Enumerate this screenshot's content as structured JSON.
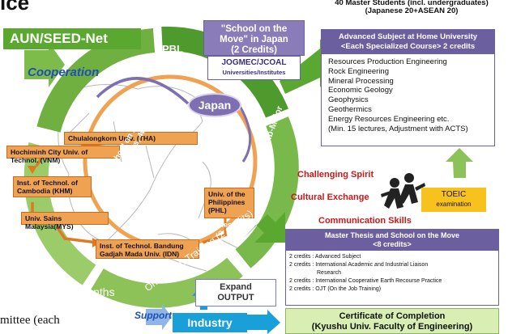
{
  "fragments": {
    "top": "ice",
    "bottom": "mittee  (each"
  },
  "aun": "AUN/SEED-Net",
  "cooperation": "Cooperation",
  "pbl": "PBL",
  "som_japan": {
    "line1": "\"School on the",
    "line2": "Move\" in Japan",
    "line3": "(2 Credits)"
  },
  "jogmec": {
    "title": "JOGMEC/JCOAL",
    "subtitle": "Universities/Institutes"
  },
  "japan": "Japan",
  "universities": [
    "Chulalongkorn Univ. (THA)",
    "Hochiminh City Univ. of Technol. (VNM)",
    "Inst. of Technol. of Cambodia (KHM)",
    "Univ. Sains Malaysia(MYS)",
    "Inst. of Technol. Bandung Gadjah Mada Univ. (IDN)",
    "Univ. of the Philippines (PHL)"
  ],
  "school_on_move": {
    "line1": "School on the Move",
    "line2": "(2 credits, 4weeks)"
  },
  "min_universities": "Min. 3 universities",
  "field_study": "Field Study",
  "three_months": "3 months",
  "ojt": "On the Job Training  (2 credits)",
  "sub_major": "Sub-Major",
  "expand": {
    "line1": "Expand",
    "line2": "OUTPUT"
  },
  "support": "Support",
  "industry": "Industry",
  "master_students": {
    "line1": "40 Master Students (incl. undergraduates)",
    "line2": "(Japanese 20+ASEAN 20)"
  },
  "advanced": {
    "header1": "Advanced Subject at Home University",
    "header2": "<Each Specialized Course>  2 credits",
    "items": [
      "Resources Production Engineering",
      "Rock Engineering",
      "Mineral Processing",
      "Economic Geology",
      "Geophysics",
      "Geothermics",
      "Energy Resources Engineering etc.",
      "(Min. 15 lectures, Adjustment with ACTS)"
    ]
  },
  "challenging_spirit": "Challenging Spirit",
  "cultural_exchange": "Cultural Exchange",
  "communication_skills": "Communication Skills",
  "toeic": {
    "title": "TOEIC",
    "sub": "examination"
  },
  "master_thesis": {
    "header1": "Master Thesis and School on the Move",
    "header2": "<8 credits>",
    "items": [
      "2 credits : Advanced Subject",
      "2 credits : International Academic and Industrial Liaison",
      "Research",
      "2 credits : International Cooperative Earth Recourse Practice",
      "2 credits : OJT (On the Job Training)"
    ]
  },
  "certificate": {
    "line1": "Certificate of Completion",
    "line2": "(Kyushu Univ. Faculty of Engineering)"
  },
  "colors": {
    "green": "#5aa830",
    "orange": "#f0a253",
    "purple": "#6b5fa0",
    "red": "#d01616",
    "blue": "#1aa0d8"
  }
}
